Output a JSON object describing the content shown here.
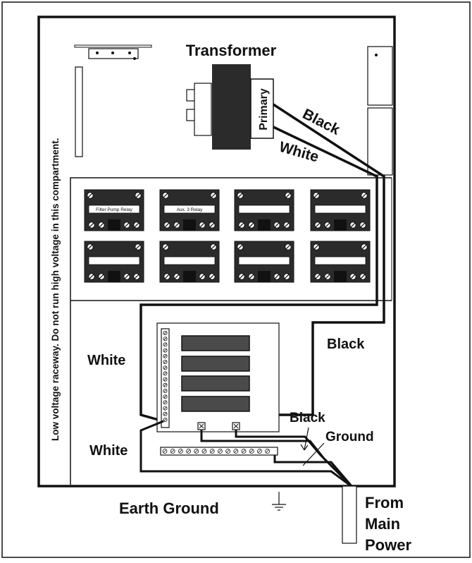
{
  "labels": {
    "transformer": "Transformer",
    "primary": "Primary",
    "black_top": "Black",
    "white_top": "White",
    "raceway_note": "Low voltage raceway. Do not run high voltage in this compartment.",
    "black_mid": "Black",
    "white_left": "White",
    "black_lower": "Black",
    "ground": "Ground",
    "white_lower": "White",
    "earth_ground": "Earth Ground",
    "from_main_power": [
      "From",
      "Main",
      "Power"
    ]
  },
  "relays": [
    {
      "label": "Filter Pump Relay"
    },
    {
      "label": "Aux. 3 Relay"
    },
    {
      "label": ""
    },
    {
      "label": ""
    },
    {
      "label": ""
    },
    {
      "label": ""
    },
    {
      "label": ""
    },
    {
      "label": ""
    }
  ],
  "colors": {
    "ink": "#111111",
    "panel_fill": "#2b2b2b",
    "breaker_fill": "#4a4a4a",
    "background": "#ffffff"
  }
}
